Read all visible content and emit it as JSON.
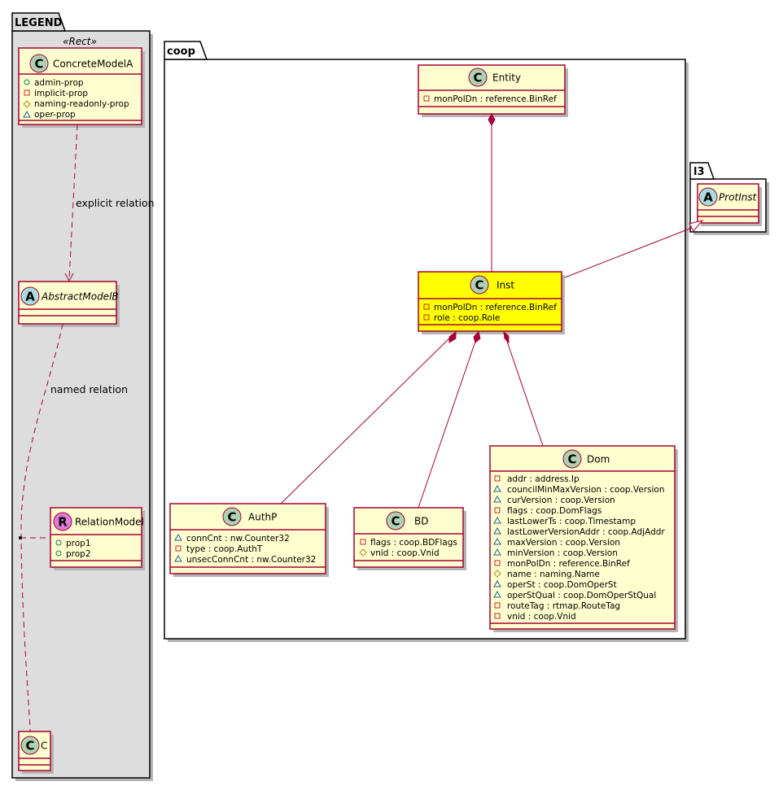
{
  "packages": {
    "legend": {
      "label": "LEGEND",
      "stereotype": "«Rect»"
    },
    "coop": {
      "label": "coop"
    },
    "l3": {
      "label": "l3"
    }
  },
  "legend": {
    "concrete_model": {
      "badge": "C",
      "name": "ConcreteModelA",
      "attributes": [
        {
          "visibility": "public",
          "text": "admin-prop"
        },
        {
          "visibility": "private",
          "text": "implicit-prop"
        },
        {
          "visibility": "protected",
          "text": "naming-readonly-prop"
        },
        {
          "visibility": "package",
          "text": "oper-prop"
        }
      ]
    },
    "abstract_model": {
      "badge": "A",
      "name": "AbstractModelB"
    },
    "relation_model": {
      "badge": "R",
      "name": "RelationModel",
      "attributes": [
        {
          "visibility": "public",
          "text": "prop1"
        },
        {
          "visibility": "public",
          "text": "prop2"
        }
      ]
    },
    "class_c": {
      "badge": "C",
      "name": "C"
    },
    "explicit_relation_label": "explicit relation",
    "named_relation_label": "named relation"
  },
  "classes": {
    "entity": {
      "badge": "C",
      "name": "Entity",
      "attributes": [
        {
          "visibility": "private",
          "text": "monPolDn : reference.BinRef"
        }
      ]
    },
    "protinst": {
      "badge": "A",
      "name": "ProtInst",
      "attributes": []
    },
    "inst": {
      "badge": "C",
      "name": "Inst",
      "highlight_color": "#ffff00",
      "attributes": [
        {
          "visibility": "private",
          "text": "monPolDn : reference.BinRef"
        },
        {
          "visibility": "private",
          "text": "role : coop.Role"
        }
      ]
    },
    "authp": {
      "badge": "C",
      "name": "AuthP",
      "attributes": [
        {
          "visibility": "package",
          "text": "connCnt : nw.Counter32"
        },
        {
          "visibility": "private",
          "text": "type : coop.AuthT"
        },
        {
          "visibility": "package",
          "text": "unsecConnCnt : nw.Counter32"
        }
      ]
    },
    "bd": {
      "badge": "C",
      "name": "BD",
      "attributes": [
        {
          "visibility": "private",
          "text": "flags : coop.BDFlags"
        },
        {
          "visibility": "protected",
          "text": "vnid : coop.Vnid"
        }
      ]
    },
    "dom": {
      "badge": "C",
      "name": "Dom",
      "attributes": [
        {
          "visibility": "private",
          "text": "addr : address.Ip"
        },
        {
          "visibility": "package",
          "text": "councilMinMaxVersion : coop.Version"
        },
        {
          "visibility": "package",
          "text": "curVersion : coop.Version"
        },
        {
          "visibility": "private",
          "text": "flags : coop.DomFlags"
        },
        {
          "visibility": "package",
          "text": "lastLowerTs : coop.Timestamp"
        },
        {
          "visibility": "package",
          "text": "lastLowerVersionAddr : coop.AdjAddr"
        },
        {
          "visibility": "package",
          "text": "maxVersion : coop.Version"
        },
        {
          "visibility": "package",
          "text": "minVersion : coop.Version"
        },
        {
          "visibility": "private",
          "text": "monPolDn : reference.BinRef"
        },
        {
          "visibility": "protected",
          "text": "name : naming.Name"
        },
        {
          "visibility": "package",
          "text": "operSt : coop.DomOperSt"
        },
        {
          "visibility": "package",
          "text": "operStQual : coop.DomOperStQual"
        },
        {
          "visibility": "private",
          "text": "routeTag : rtmap.RouteTag"
        },
        {
          "visibility": "private",
          "text": "vnid : coop.Vnid"
        }
      ]
    }
  },
  "relations": [
    {
      "from": "Entity",
      "to": "Inst",
      "type": "composition"
    },
    {
      "from": "ProtInst",
      "to": "Inst",
      "type": "inheritance"
    },
    {
      "from": "Inst",
      "to": "AuthP",
      "type": "composition"
    },
    {
      "from": "Inst",
      "to": "BD",
      "type": "composition"
    },
    {
      "from": "Inst",
      "to": "Dom",
      "type": "composition"
    },
    {
      "from": "ConcreteModelA",
      "to": "AbstractModelB",
      "type": "dependency",
      "label": "explicit relation"
    },
    {
      "from": "AbstractModelB",
      "to": "C",
      "type": "dependency",
      "label": "named relation",
      "association_class": "RelationModel"
    }
  ]
}
